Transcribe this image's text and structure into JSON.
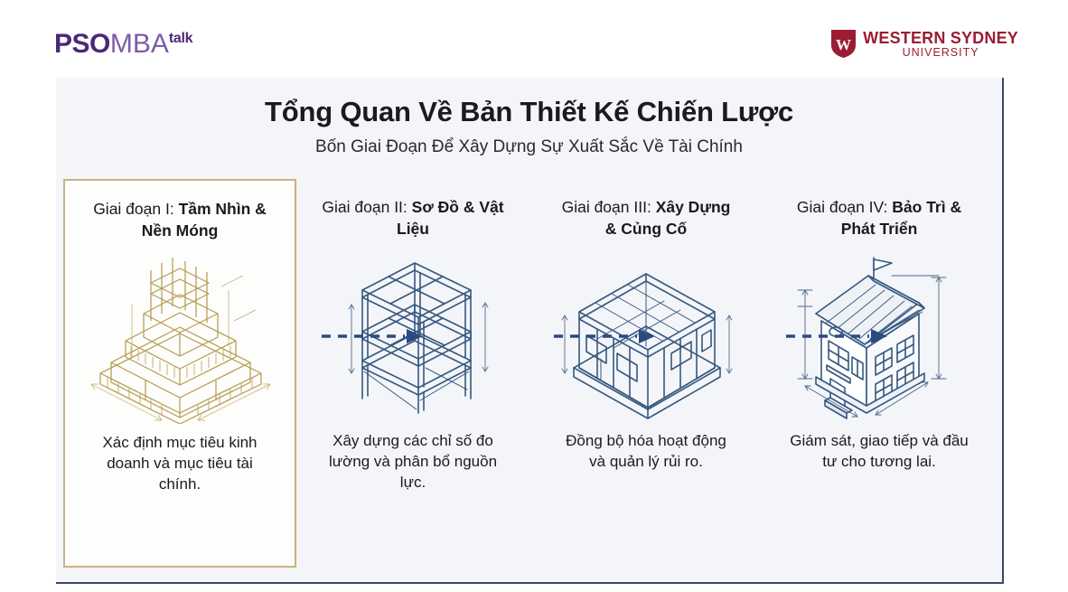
{
  "brand": {
    "pso_logo": {
      "part1": "PSO",
      "part2": "MBA",
      "part3": "talk"
    },
    "university": {
      "shield_letter": "W",
      "line1": "WESTERN SYDNEY",
      "line2": "UNIVERSITY"
    },
    "colors": {
      "pso_dark_purple": "#4a2878",
      "pso_light_purple": "#7c5ca8",
      "wsu_red": "#9c1c35",
      "slide_bg": "#f3f5f9",
      "slide_border": "#3b4a6b",
      "active_card_border": "#c7b37d",
      "arrow_navy": "#2b4a80",
      "art_gold": "#b79c52",
      "art_navy": "#36587f"
    }
  },
  "slide": {
    "title": "Tổng Quan Về Bản Thiết Kế Chiến Lược",
    "subtitle": "Bốn Giai Đoạn Để Xây Dựng Sự Xuất Sắc Về Tài Chính"
  },
  "stages": [
    {
      "prefix": "Giai đoạn I: ",
      "name": "Tầm Nhìn & Nền Móng",
      "description": "Xác định mục tiêu kinh doanh và mục tiêu tài chính.",
      "illustration": "isometric-foundation-footing-icon",
      "highlighted": true
    },
    {
      "prefix": "Giai đoạn II: ",
      "name": "Sơ Đồ & Vật Liệu",
      "description": "Xây dựng các chỉ số đo lường và phân bổ nguồn lực.",
      "illustration": "isometric-structural-frame-icon",
      "highlighted": false
    },
    {
      "prefix": "Giai đoạn III: ",
      "name": "Xây Dựng & Củng Cố",
      "description": "Đồng bộ hóa hoạt động và quản lý rủi ro.",
      "illustration": "isometric-framed-house-shell-icon",
      "highlighted": false
    },
    {
      "prefix": "Giai đoạn IV: ",
      "name": "Bảo Trì & Phát Triển",
      "description": "Giám sát, giao tiếp và đầu tư cho tương lai.",
      "illustration": "isometric-finished-house-icon",
      "highlighted": false
    }
  ],
  "connectors": [
    {
      "name": "arrow-stage-1-to-2",
      "style": "dashed-right-arrow"
    },
    {
      "name": "arrow-stage-2-to-3",
      "style": "dashed-right-arrow"
    },
    {
      "name": "arrow-stage-3-to-4",
      "style": "dashed-right-arrow"
    }
  ]
}
